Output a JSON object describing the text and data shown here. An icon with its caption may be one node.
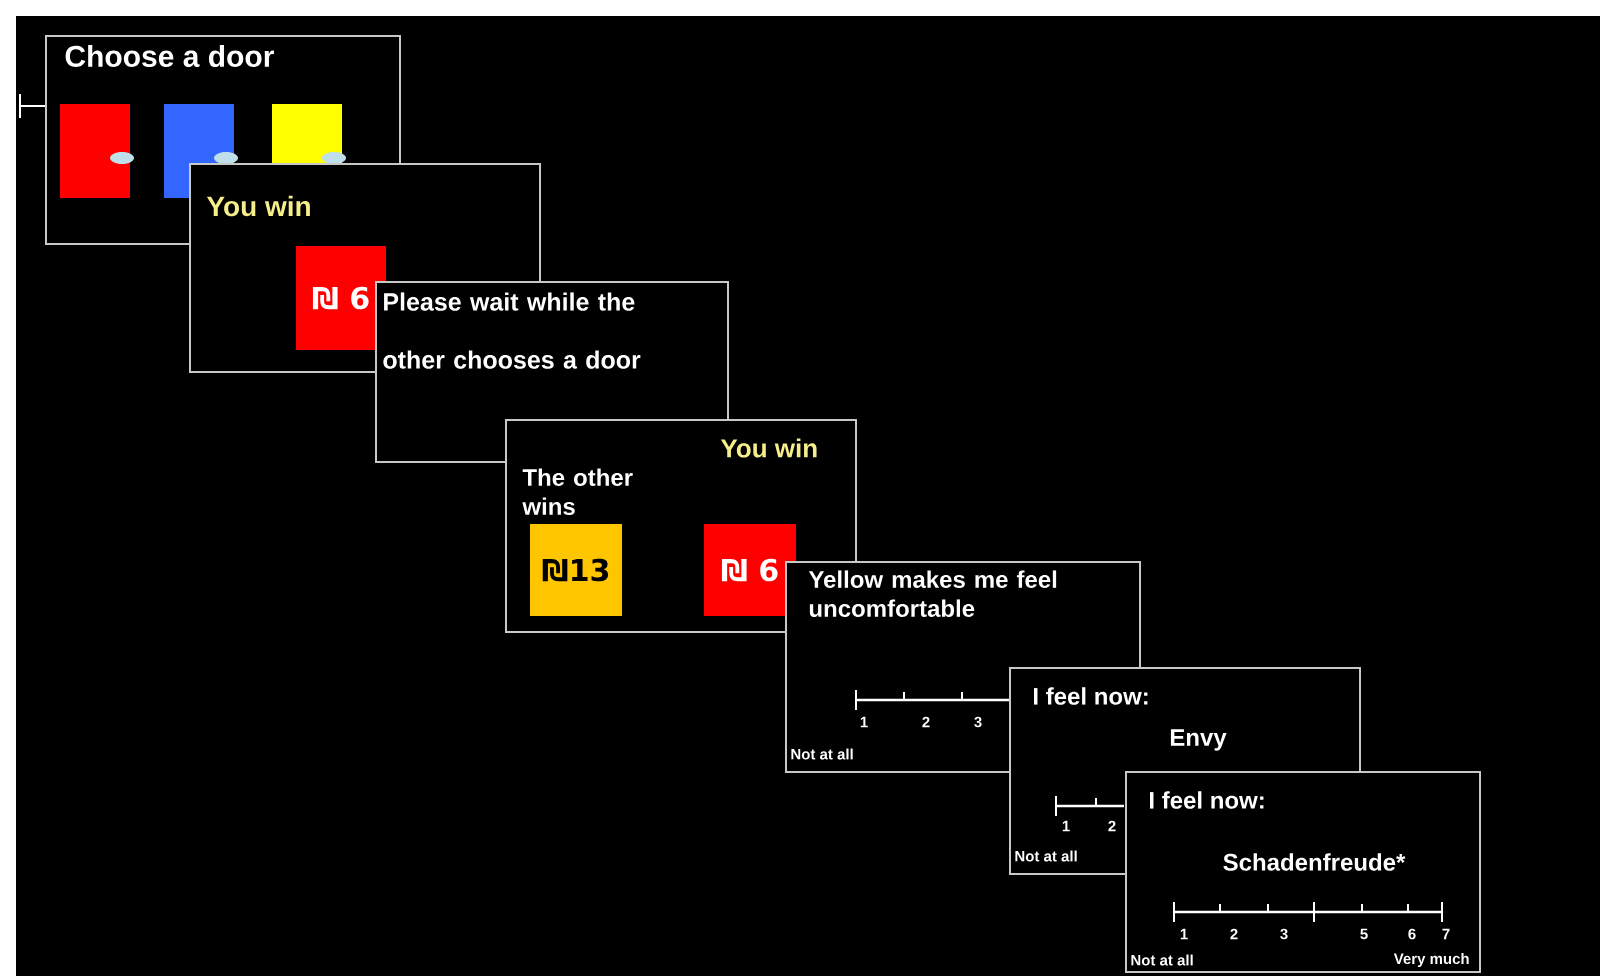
{
  "diagram": {
    "nodes": [
      {
        "text": [
          "Choose a door"
        ]
      },
      {
        "text": [
          "You win"
        ]
      },
      {
        "text": [
          "₪ 6"
        ],
        "in": 1
      },
      {
        "text": [
          "Please wait while the other chooses a door"
        ]
      },
      {
        "text": [
          "The other wins",
          "You win"
        ]
      },
      {
        "text": [
          "₪13"
        ],
        "in": 4
      },
      {
        "text": [
          "₪ 6"
        ],
        "in": 4
      },
      {
        "text": [
          "Yellow makes me feel uncomfortable",
          "1",
          "2",
          "3",
          "Not at all"
        ]
      },
      {
        "text": [
          "I feel now:",
          "Envy",
          "1",
          "2",
          "Not at all"
        ]
      },
      {
        "text": [
          "I feel now:",
          "Schadenfreude*",
          "1",
          "2",
          "3",
          "5",
          "6",
          "7",
          "Not at all",
          "Very much"
        ]
      }
    ]
  }
}
